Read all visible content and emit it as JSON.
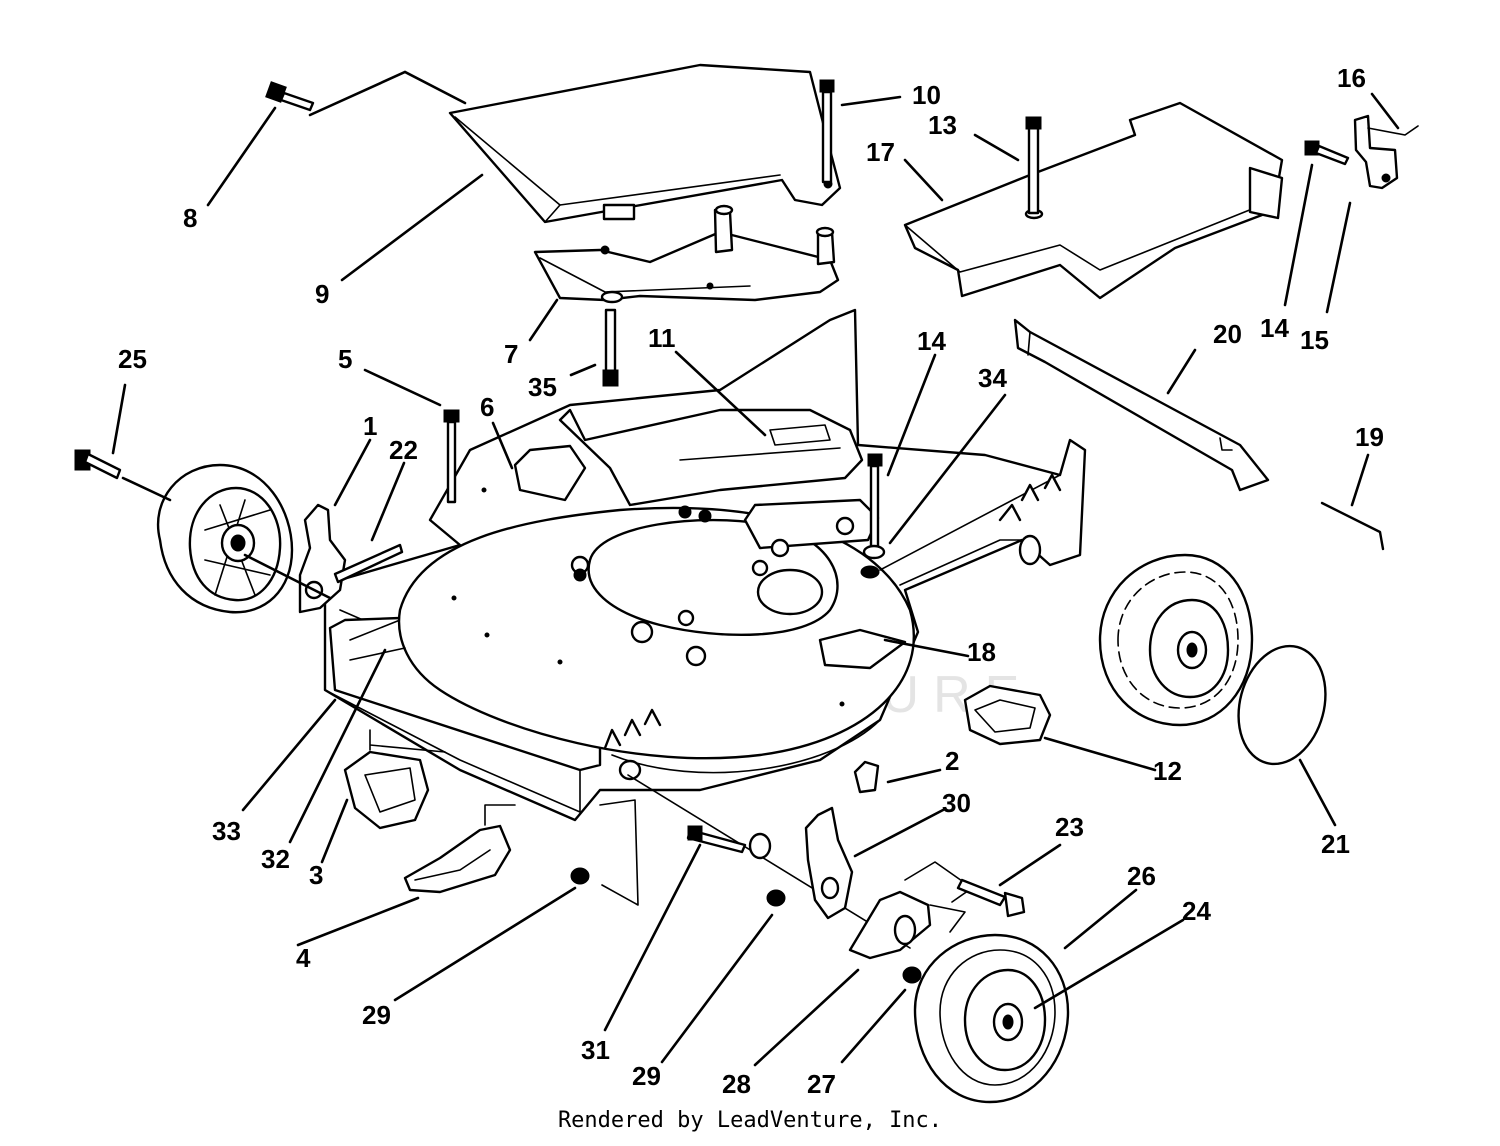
{
  "diagram": {
    "callouts": {
      "c1": "1",
      "c2": "2",
      "c3": "3",
      "c4": "4",
      "c5": "5",
      "c6": "6",
      "c7": "7",
      "c8": "8",
      "c9": "9",
      "c10": "10",
      "c11": "11",
      "c12": "12",
      "c13": "13",
      "c14a": "14",
      "c14b": "14",
      "c15": "15",
      "c16": "16",
      "c17": "17",
      "c18": "18",
      "c19": "19",
      "c20": "20",
      "c21": "21",
      "c22": "22",
      "c23": "23",
      "c24": "24",
      "c25": "25",
      "c26": "26",
      "c27": "27",
      "c28": "28",
      "c29a": "29",
      "c29b": "29",
      "c30": "30",
      "c31": "31",
      "c32": "32",
      "c33": "33",
      "c34": "34",
      "c35": "35"
    },
    "watermark": "LEADVENTURE"
  },
  "footer": {
    "credit": "Rendered by LeadVenture, Inc."
  }
}
